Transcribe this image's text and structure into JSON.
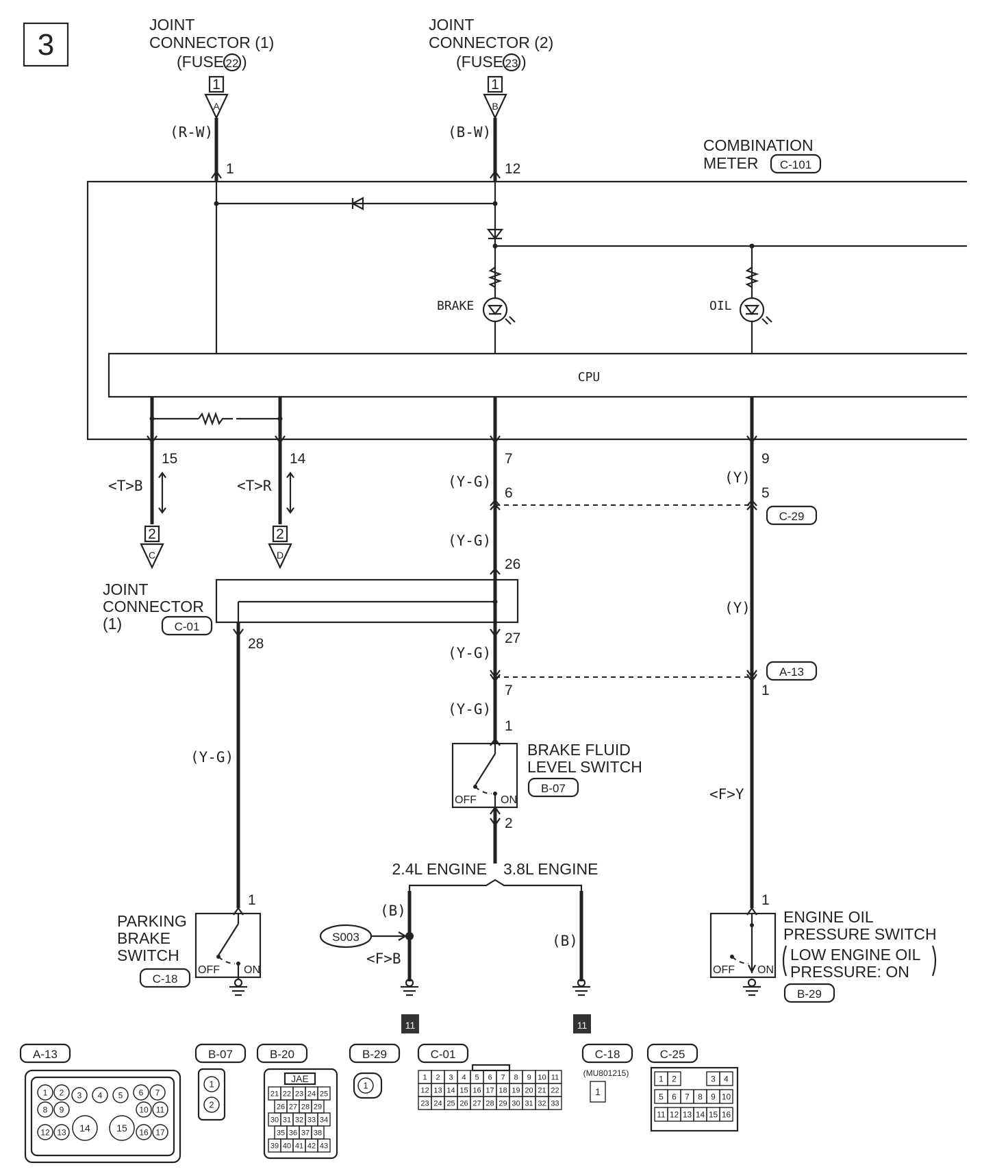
{
  "page_number": "3",
  "joint_connector_1_top": {
    "line1": "JOINT",
    "line2": "CONNECTOR (1)",
    "fuse_prefix": "(FUSE",
    "fuse_num": "22",
    "fuse_suffix": ")",
    "ref": "1",
    "arrow": "A"
  },
  "joint_connector_2_top": {
    "line1": "JOINT",
    "line2": "CONNECTOR (2)",
    "fuse_prefix": "(FUSE",
    "fuse_num": "23",
    "fuse_suffix": ")",
    "ref": "1",
    "arrow": "B"
  },
  "combination_meter": {
    "line1": "COMBINATION",
    "line2": "METER",
    "connector": "C-101"
  },
  "wire_colors": {
    "rw": "(R-W)",
    "bw": "(B-W)",
    "yg": "(Y-G)",
    "y": "(Y)",
    "b": "(B)",
    "tb": "<T>B",
    "tr": "<T>R",
    "fy": "<F>Y",
    "fb": "<F>B"
  },
  "pins": {
    "p1": "1",
    "p12": "12",
    "p15": "15",
    "p14": "14",
    "p7": "7",
    "p9": "9",
    "p6": "6",
    "p5": "5",
    "p26": "26",
    "p27": "27",
    "p28": "28",
    "p7b": "7",
    "p1a": "1",
    "p1b": "1",
    "p2": "2",
    "p1c": "1",
    "p1d": "1"
  },
  "lamps": {
    "brake": "BRAKE",
    "oil": "OIL"
  },
  "cpu_label": "CPU",
  "bottom_refs": {
    "c_ref": "2",
    "c_arrow": "C",
    "d_ref": "2",
    "d_arrow": "D"
  },
  "c29_label": "C-29",
  "a13_label": "A-13",
  "joint_connector_mid": {
    "line1": "JOINT",
    "line2": "CONNECTOR",
    "line3": "(1)",
    "connector": "C-01"
  },
  "brake_fluid_switch": {
    "line1": "BRAKE FLUID",
    "line2": "LEVEL SWITCH",
    "connector": "B-07",
    "off": "OFF",
    "on": "ON"
  },
  "engine_labels": {
    "left": "2.4L ENGINE",
    "right": "3.8L ENGINE"
  },
  "splice": "S003",
  "parking_brake_switch": {
    "line1": "PARKING",
    "line2": "BRAKE",
    "line3": "SWITCH",
    "connector": "C-18",
    "off": "OFF",
    "on": "ON"
  },
  "oil_pressure_switch": {
    "line1": "ENGINE OIL",
    "line2": "PRESSURE SWITCH",
    "line3": "LOW ENGINE OIL",
    "line4": "PRESSURE: ON",
    "connector": "B-29",
    "off": "OFF",
    "on": "ON"
  },
  "ground_refs": {
    "g1": "11",
    "g2": "11"
  },
  "connector_views": {
    "a13": "A-13",
    "b07": "B-07",
    "b20": "B-20",
    "b29": "B-29",
    "c01": "C-01",
    "c18": "C-18",
    "c25": "C-25",
    "c18_part": "(MU801215)",
    "b20_maker": "JAE",
    "a13_pins": [
      "1",
      "2",
      "3",
      "4",
      "5",
      "6",
      "7",
      "8",
      "9",
      "10",
      "11",
      "12",
      "13",
      "14",
      "15",
      "16",
      "17"
    ],
    "b07_pins": [
      "1",
      "2"
    ],
    "b20_rows": [
      [
        "21",
        "22",
        "23",
        "24",
        "25"
      ],
      [
        "26",
        "27",
        "28",
        "29"
      ],
      [
        "30",
        "31",
        "32",
        "33",
        "34"
      ],
      [
        "35",
        "36",
        "37",
        "38"
      ],
      [
        "39",
        "40",
        "41",
        "42",
        "43"
      ]
    ],
    "b29_pins": [
      "1"
    ],
    "c01_rows": [
      [
        "1",
        "2",
        "3",
        "4",
        "5",
        "6",
        "7",
        "8",
        "9",
        "10",
        "11"
      ],
      [
        "12",
        "13",
        "14",
        "15",
        "16",
        "17",
        "18",
        "19",
        "20",
        "21",
        "22"
      ],
      [
        "23",
        "24",
        "25",
        "26",
        "27",
        "28",
        "29",
        "30",
        "31",
        "32",
        "33"
      ]
    ],
    "c18_pins": [
      "1"
    ],
    "c25_rows": [
      [
        "1",
        "2",
        "",
        "",
        "3",
        "4"
      ],
      [
        "5",
        "6",
        "7",
        "8",
        "9",
        "10"
      ],
      [
        "11",
        "12",
        "13",
        "14",
        "15",
        "16"
      ]
    ]
  }
}
